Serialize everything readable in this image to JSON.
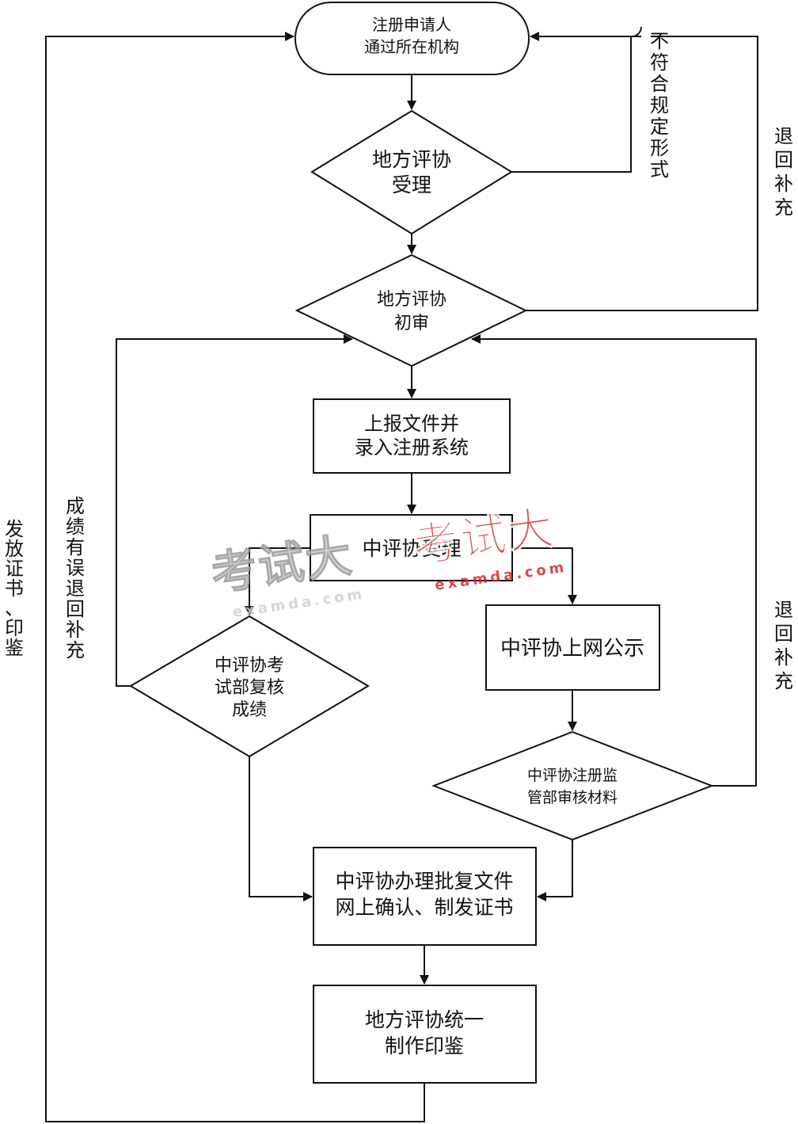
{
  "nodes": {
    "start": [
      "注册申请人",
      "通过所在机构"
    ],
    "accept_local": [
      "地方评协",
      "受理"
    ],
    "review_local": [
      "地方评协",
      "初审"
    ],
    "submit": [
      "上报文件并",
      "录入注册系统"
    ],
    "accept_central": [
      "中评协受理"
    ],
    "exam_check": [
      "中评协考",
      "试部复核",
      "成绩"
    ],
    "publish": [
      "中评协上网公示"
    ],
    "reg_check": [
      "中评协注册监",
      "管部审核材料"
    ],
    "approve": [
      "中评协办理批复文件",
      "网上确认、制发证书"
    ],
    "seal": [
      "地方评协统一",
      "制作印鉴"
    ]
  },
  "edge_labels": {
    "nonconform": "不符合规定形式",
    "return_top": "退回补充",
    "return_right": "退回补充",
    "score_error": "成绩有误退回补充",
    "issue": "发放证书、印鉴"
  },
  "watermarks": [
    {
      "main": "考试大",
      "sub": "examda.com"
    },
    {
      "main": "考试大",
      "sub": "examda.com"
    }
  ],
  "colors": {
    "line": "#111111",
    "watermark_red": "#d42a2a",
    "watermark_gray": "#cfcfcf"
  }
}
